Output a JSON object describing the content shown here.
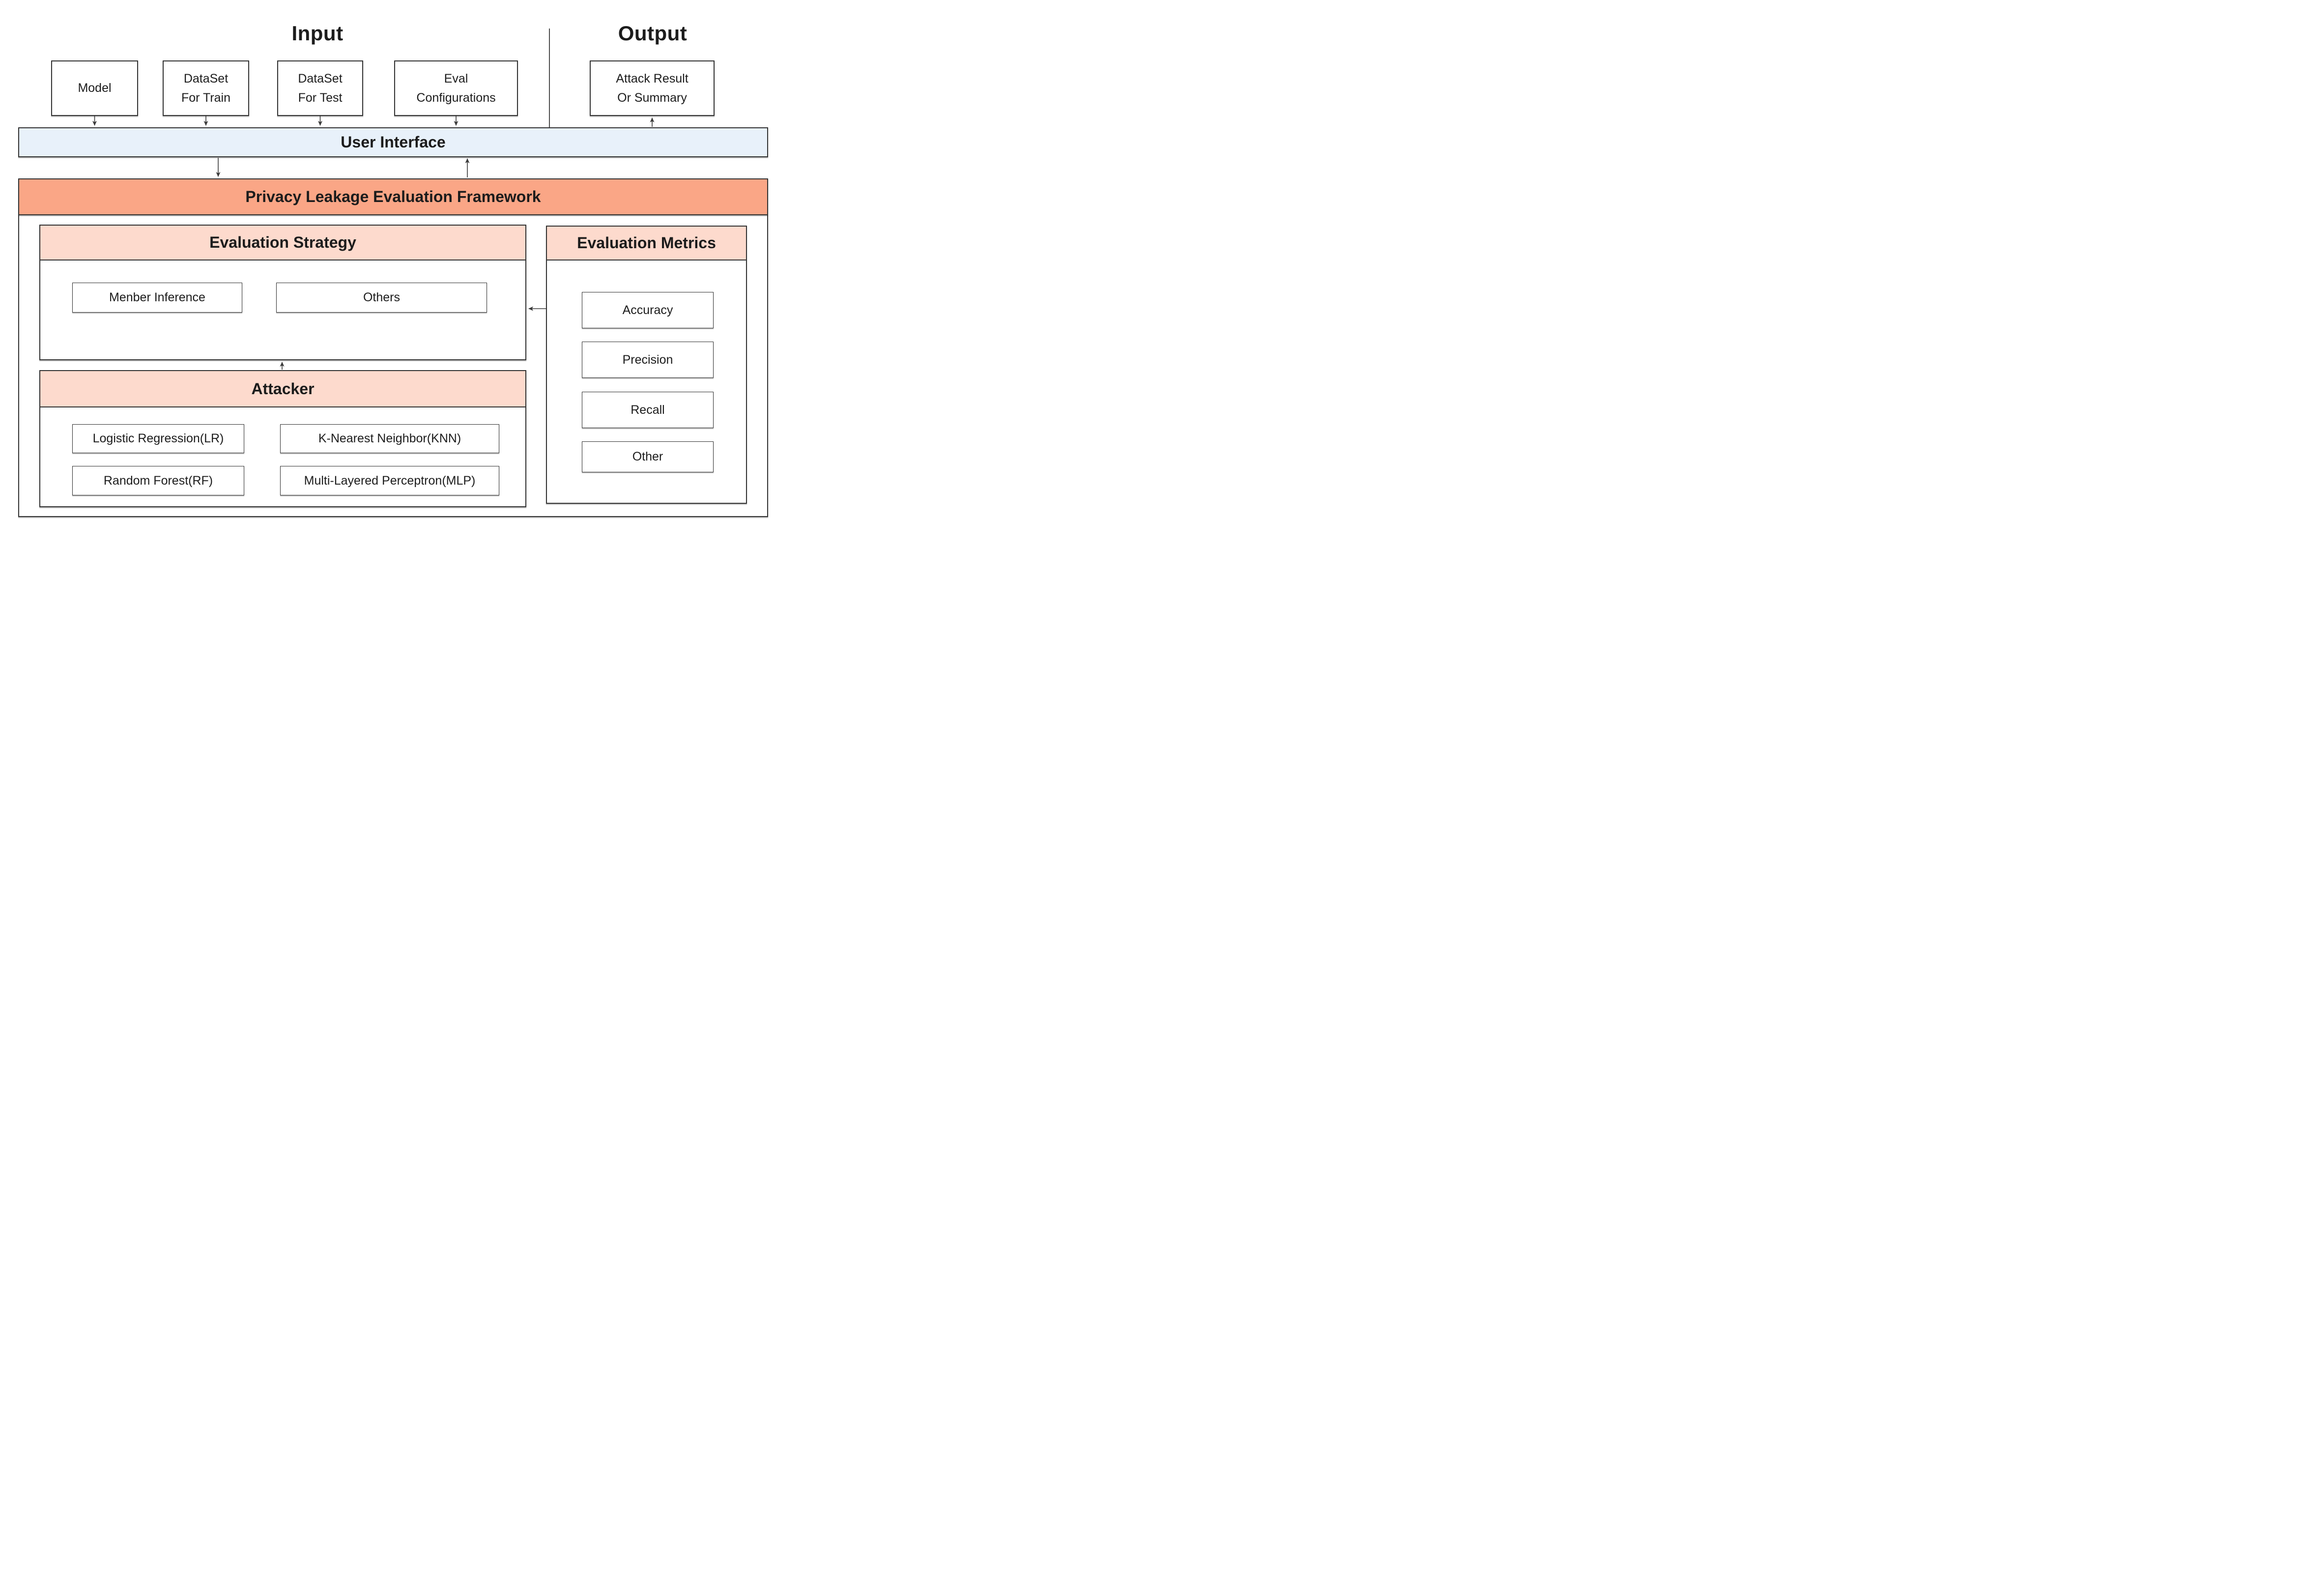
{
  "titles": {
    "input": "Input",
    "output": "Output"
  },
  "input_boxes": [
    {
      "label": "Model"
    },
    {
      "label": "DataSet\nFor Train"
    },
    {
      "label": "DataSet\nFor Test"
    },
    {
      "label": "Eval\nConfigurations"
    }
  ],
  "output_boxes": [
    {
      "label": "Attack Result\nOr Summary"
    }
  ],
  "user_interface": {
    "label": "User Interface"
  },
  "framework": {
    "title": "Privacy Leakage Evaluation Framework"
  },
  "evaluation_strategy": {
    "title": "Evaluation Strategy",
    "items": [
      {
        "label": "Menber Inference"
      },
      {
        "label": "Others"
      }
    ]
  },
  "attacker": {
    "title": "Attacker",
    "items": [
      {
        "label": "Logistic Regression(LR)"
      },
      {
        "label": "K-Nearest Neighbor(KNN)"
      },
      {
        "label": "Random Forest(RF)"
      },
      {
        "label": "Multi-Layered Perceptron(MLP)"
      }
    ]
  },
  "evaluation_metrics": {
    "title": "Evaluation Metrics",
    "items": [
      {
        "label": "Accuracy"
      },
      {
        "label": "Precision"
      },
      {
        "label": "Recall"
      },
      {
        "label": "Other"
      }
    ]
  },
  "colors": {
    "ui_bar_fill": "#e8f1fa",
    "framework_fill": "#faa686",
    "section_header_fill": "#fddacd",
    "border": "#333333",
    "text": "#1c1c1c"
  }
}
